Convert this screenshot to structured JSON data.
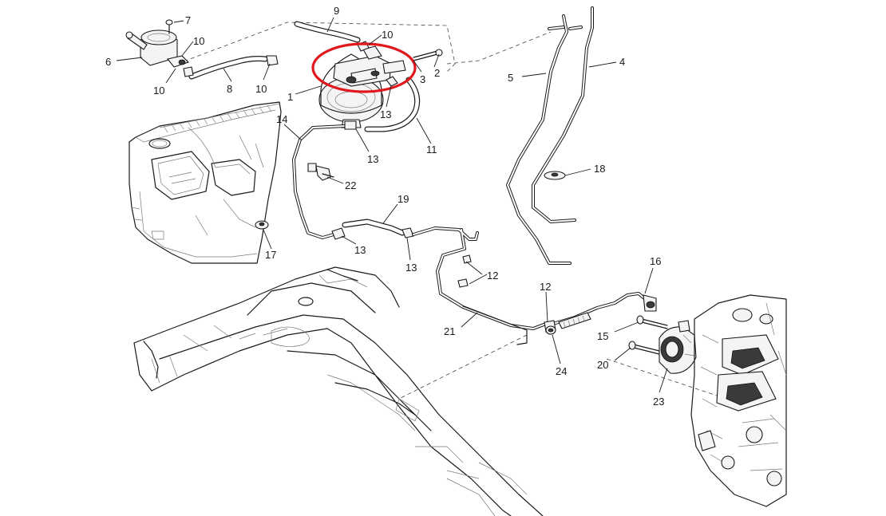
{
  "callouts": [
    {
      "id": "c1",
      "text": "1"
    },
    {
      "id": "c2",
      "text": "2"
    },
    {
      "id": "c3",
      "text": "3"
    },
    {
      "id": "c4",
      "text": "4"
    },
    {
      "id": "c5",
      "text": "5"
    },
    {
      "id": "c6",
      "text": "6"
    },
    {
      "id": "c7",
      "text": "7"
    },
    {
      "id": "c8",
      "text": "8"
    },
    {
      "id": "c9",
      "text": "9"
    },
    {
      "id": "c10a",
      "text": "10"
    },
    {
      "id": "c10b",
      "text": "10"
    },
    {
      "id": "c10c",
      "text": "10"
    },
    {
      "id": "c10d",
      "text": "10"
    },
    {
      "id": "c11",
      "text": "11"
    },
    {
      "id": "c12a",
      "text": "12"
    },
    {
      "id": "c12b",
      "text": "12"
    },
    {
      "id": "c13a",
      "text": "13"
    },
    {
      "id": "c13b",
      "text": "13"
    },
    {
      "id": "c13c",
      "text": "13"
    },
    {
      "id": "c13d",
      "text": "13"
    },
    {
      "id": "c14",
      "text": "14"
    },
    {
      "id": "c15",
      "text": "15"
    },
    {
      "id": "c16",
      "text": "16"
    },
    {
      "id": "c17",
      "text": "17"
    },
    {
      "id": "c18",
      "text": "18"
    },
    {
      "id": "c19",
      "text": "19"
    },
    {
      "id": "c20",
      "text": "20"
    },
    {
      "id": "c21",
      "text": "21"
    },
    {
      "id": "c22",
      "text": "22"
    },
    {
      "id": "c23",
      "text": "23"
    },
    {
      "id": "c24",
      "text": "24"
    }
  ],
  "colors": {
    "line": "#1a1a1a",
    "highlight": "#e0181e",
    "background": "#ffffff"
  }
}
